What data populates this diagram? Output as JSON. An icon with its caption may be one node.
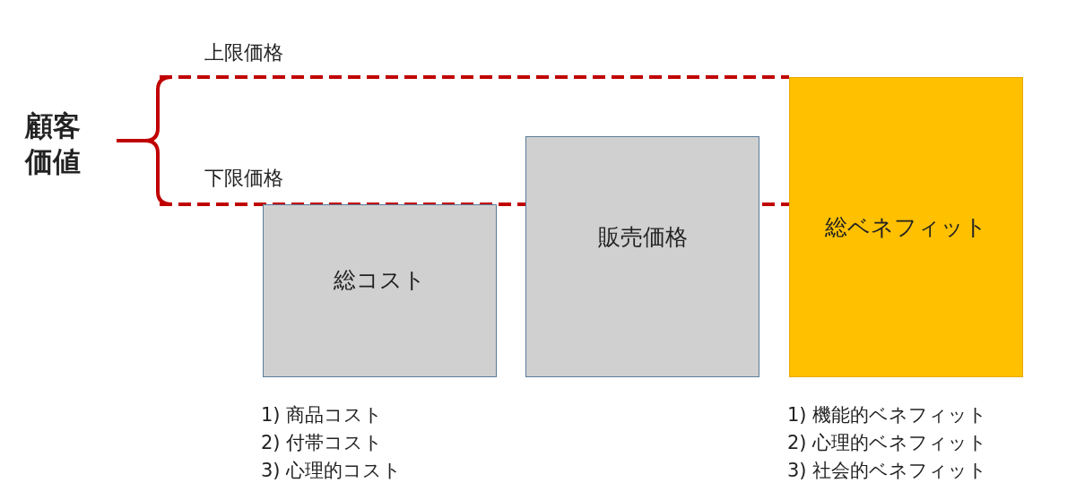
{
  "diagram": {
    "nodes": [
      {
        "text": [
          "総コスト"
        ],
        "beside": [
          "1) 商品コスト",
          "2) 付帯コスト",
          "3) 心理的コスト"
        ]
      },
      {
        "text": [
          "販売価格"
        ]
      },
      {
        "text": [
          "総ベネフィット"
        ],
        "beside": [
          "1) 機能的ベネフィット",
          "2) 心理的ベネフィット",
          "3) 社会的ベネフィット"
        ]
      }
    ],
    "edges": [],
    "labels": [
      "上限価格",
      "顧客価値",
      "下限価格"
    ]
  }
}
